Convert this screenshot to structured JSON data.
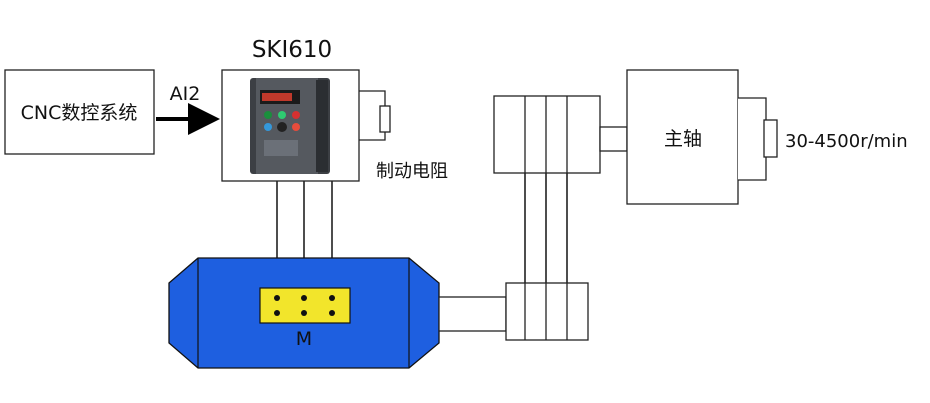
{
  "cnc": {
    "label": "CNC数控系统"
  },
  "signal": {
    "label": "AI2"
  },
  "inverter": {
    "model": "SKI610",
    "display_color": "#c0392b",
    "key_colors": [
      "#1a8f3c",
      "#2ecc71",
      "#d63031",
      "#e74c3c",
      "#3498db"
    ]
  },
  "brake": {
    "label": "制动电阻"
  },
  "motor": {
    "label": "M",
    "body_color": "#1e5fe0",
    "terminal_color": "#f2e52b"
  },
  "spindle": {
    "label": "主轴",
    "speed": "30-4500r/min"
  }
}
